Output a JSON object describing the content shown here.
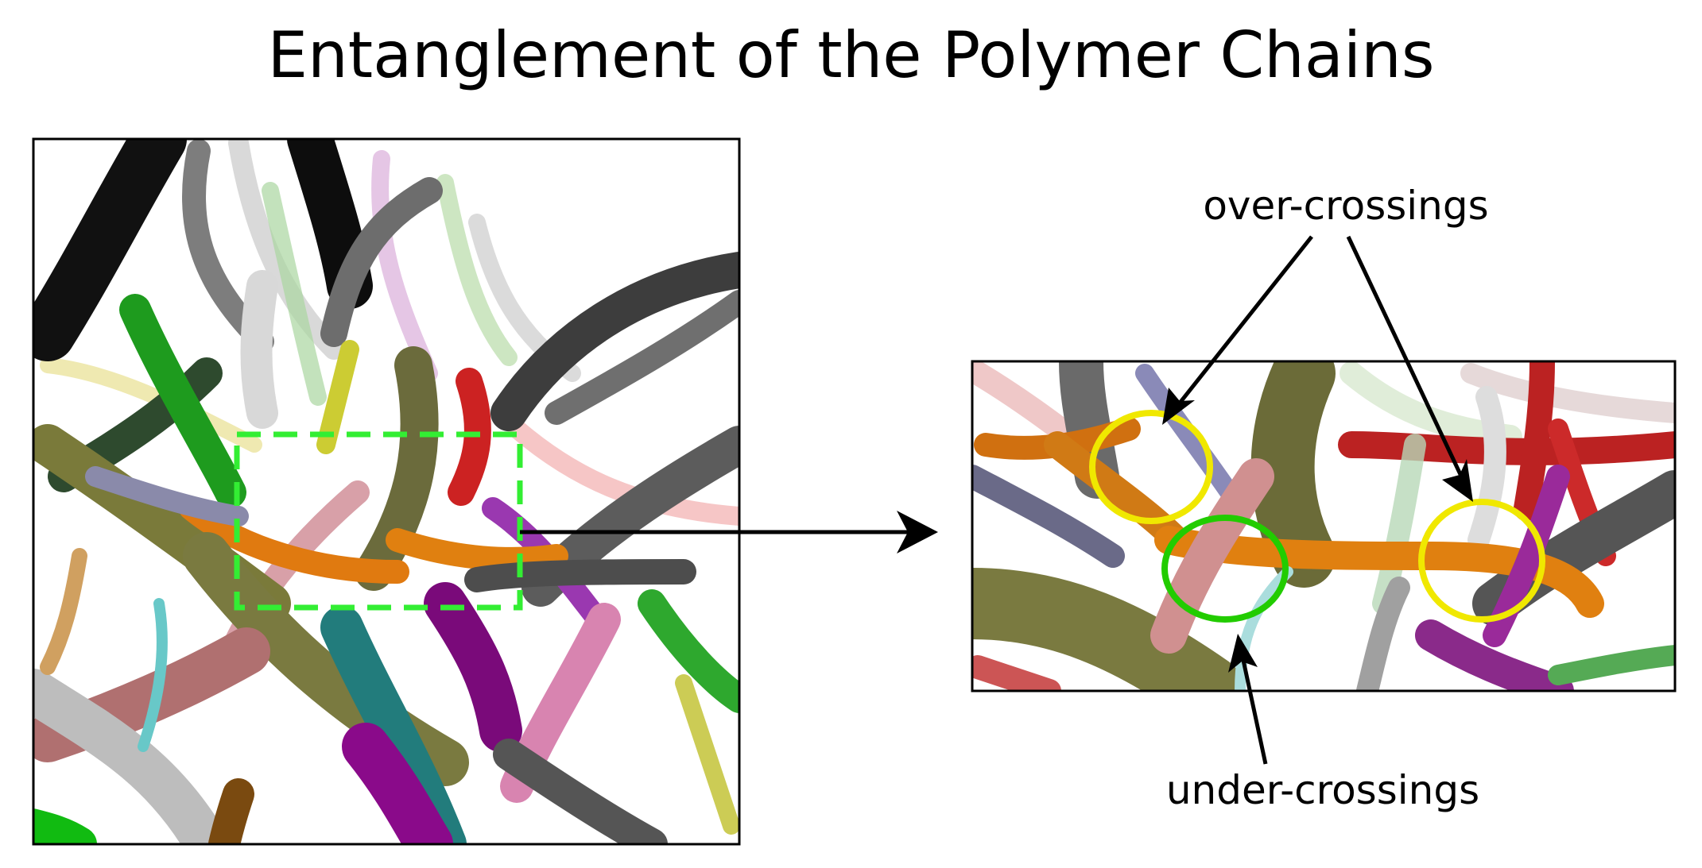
{
  "title": "Entanglement of the Polymer Chains",
  "labels": {
    "over": "over-crossings",
    "under": "under-crossings"
  },
  "colors": {
    "zoom_box": "#33ee33",
    "over_circle": "#f0e800",
    "under_circle": "#22cc00",
    "arrow": "#000000"
  }
}
